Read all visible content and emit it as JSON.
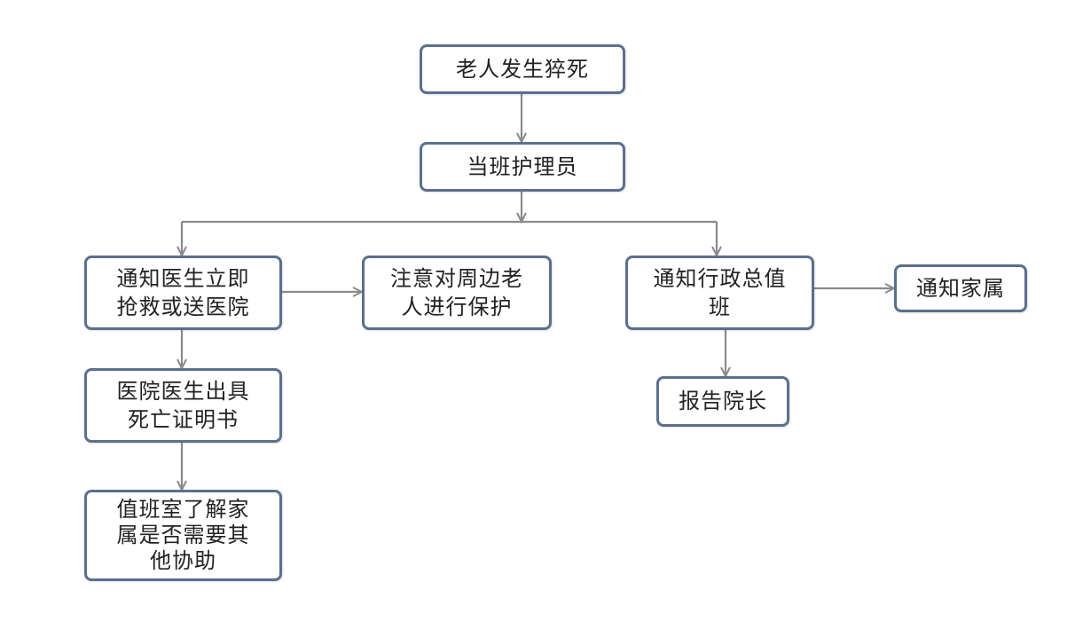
{
  "diagram": {
    "nodes": {
      "sudden_death": "老人发生猝死",
      "duty_caregiver": "当班护理员",
      "notify_doctor": "通知医生立即\n抢救或送医院",
      "protect_others": "注意对周边老\n人进行保护",
      "notify_admin": "通知行政总值\n班",
      "notify_family": "通知家属",
      "report_director": "报告院长",
      "death_certificate": "医院医生出具\n死亡证明书",
      "duty_office_assist": "值班室了解家\n属是否需要其\n他协助"
    }
  }
}
